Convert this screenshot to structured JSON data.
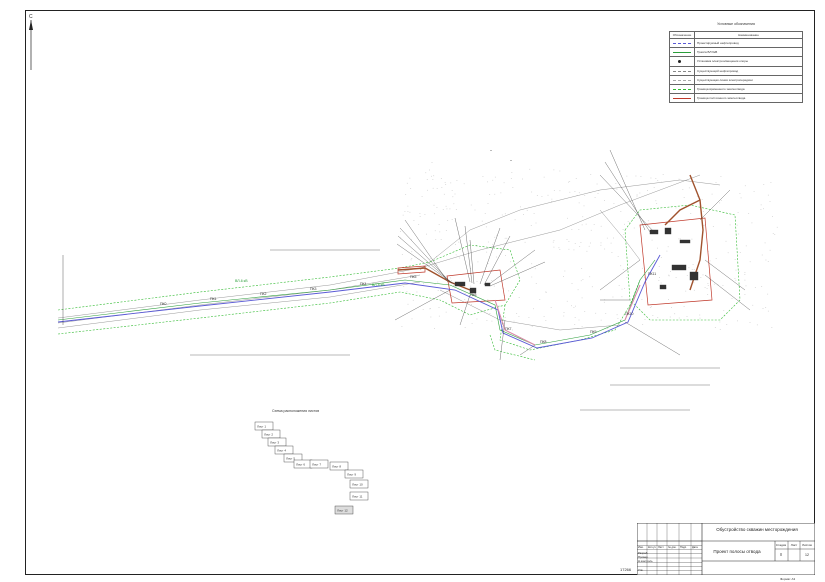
{
  "legend": {
    "title": "Условные обозначения",
    "header_symbol": "Обозначение",
    "header_name": "Наименование",
    "items": [
      {
        "label": "Проектируемый нефтепровод",
        "color": "#5a5ad6",
        "style": "dashed"
      },
      {
        "label": "Трасса ВЛ 6кВ",
        "color": "#2b9e3a",
        "style": "solid"
      },
      {
        "label": "Установка электроосвещения опоры",
        "color": "#222222",
        "style": "dot"
      },
      {
        "label": "Существующий нефтепровод",
        "color": "#888888",
        "style": "dashed"
      },
      {
        "label": "Существующая линия электропередачи",
        "color": "#aaaaaa",
        "style": "dashed"
      },
      {
        "label": "Граница временного землеотвода",
        "color": "#33bb33",
        "style": "dashed"
      },
      {
        "label": "Граница постоянного землеотвода",
        "color": "#c0392b",
        "style": "solid"
      }
    ]
  },
  "scheme_title": "Схема расположения листов",
  "scheme_sheets": [
    "Лист 1",
    "Лист 2",
    "Лист 3",
    "Лист 4",
    "Лист 5",
    "Лист 6",
    "Лист 7",
    "Лист 8",
    "Лист 9",
    "Лист 10",
    "Лист 11",
    "Лист 12"
  ],
  "title_block": {
    "project": "Обустройство скважин месторождения",
    "sheet_title": "Проект полосы отвода",
    "stage_header": "Стадия",
    "sheet_header": "Лист",
    "sheets_header": "Листов",
    "stage": "П",
    "sheet_no": "",
    "sheets_total": "12",
    "rows": [
      "Изм.",
      "Кол.уч",
      "Лист",
      "№ док.",
      "Подп.",
      "Дата"
    ],
    "roles": [
      "Разраб.",
      "Провер.",
      "Н.контроль",
      "Утв."
    ],
    "format": "Формат А3",
    "code": "17266"
  },
  "annotations": [
    "ВЛ-6 кВ",
    "ВЛ-6 кВ",
    "ПК0",
    "ПК1",
    "ПК2",
    "ПК3",
    "ПК4",
    "ПК5",
    "ПК6",
    "ПК7",
    "ПК8",
    "ПК9",
    "ПК10",
    "ПК11"
  ],
  "north_label": "С"
}
